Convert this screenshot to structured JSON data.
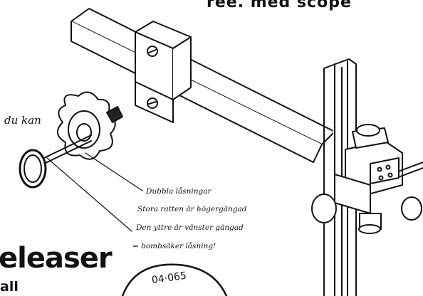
{
  "header": {
    "title": "ree.  med scope"
  },
  "labels": {
    "du_kan": "du kan",
    "annotation_line_1": "Dubbla låsningar",
    "annotation_line_2": "Stora ratten är högergängad",
    "annotation_line_3": "Den yttre är vänster gängad",
    "annotation_line_4": "= bombsäker låsning!",
    "big_word": "eleaser",
    "small_word": "all",
    "dial_number": "04·065"
  },
  "colors": {
    "ink": "#111111",
    "paper": "#ffffff"
  },
  "icons": [
    "locking-knob-icon",
    "sight-bracket-icon",
    "scope-pin-icon",
    "dial-icon"
  ]
}
